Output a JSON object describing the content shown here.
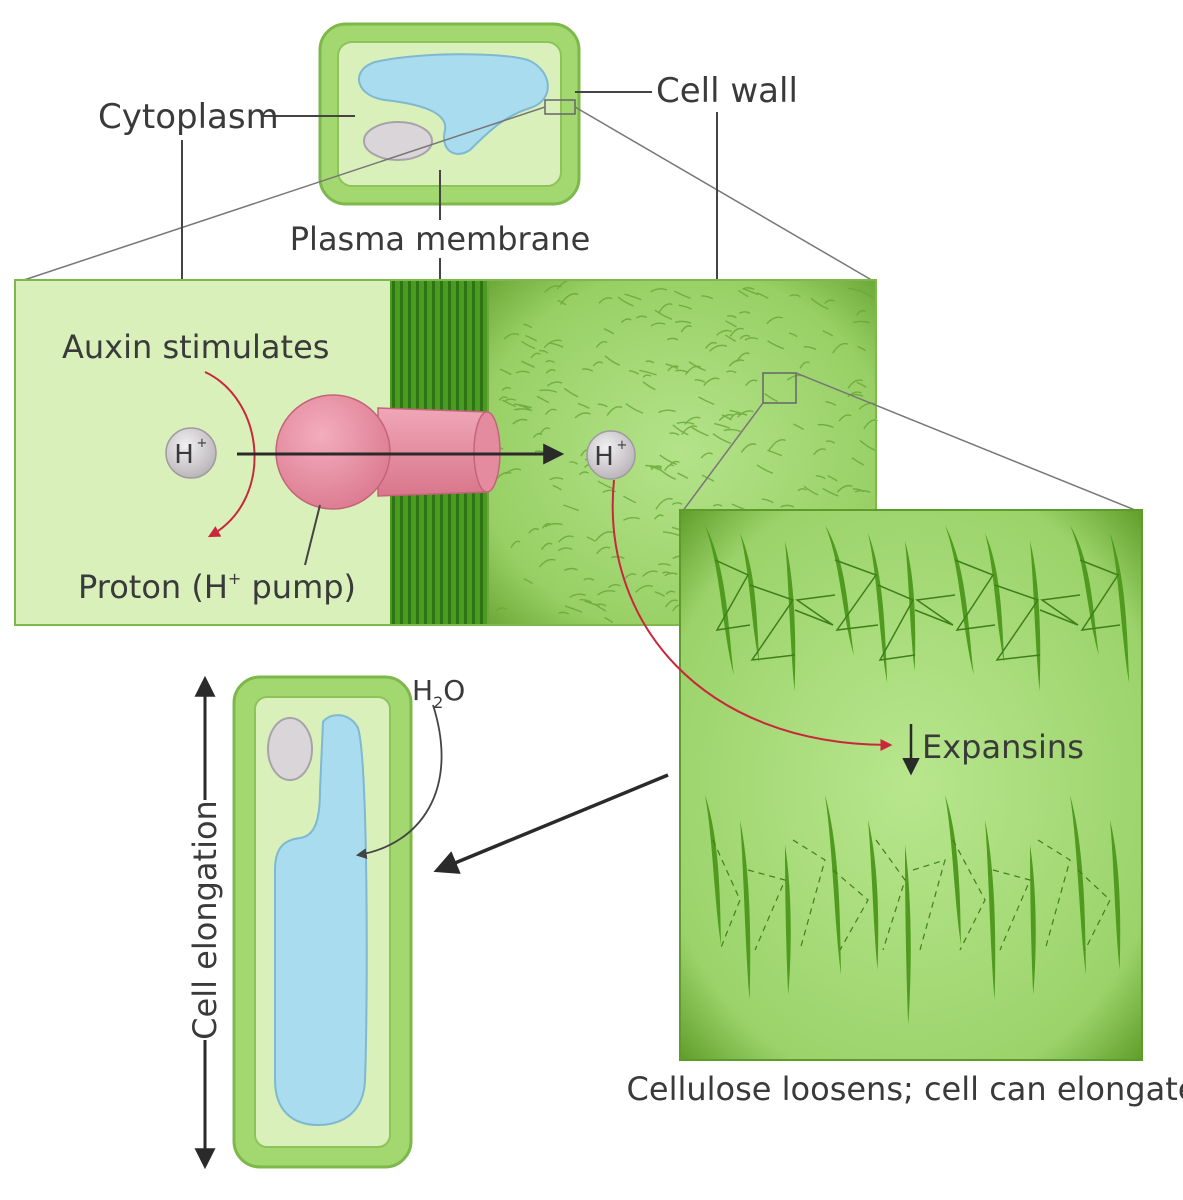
{
  "labels": {
    "cytoplasm": "Cytoplasm",
    "cell_wall": "Cell wall",
    "plasma_membrane": "Plasma membrane",
    "auxin": "Auxin stimulates",
    "proton_pump": "Proton (H",
    "proton_pump_sup": "+",
    "proton_pump_end": " pump)",
    "h_ion": "H",
    "h_ion_sup": "+",
    "h2o_h": "H",
    "h2o_sub": "2",
    "h2o_o": "O",
    "expansins": "Expansins",
    "cell_elongation": "Cell elongation",
    "caption": "Cellulose loosens; cell can elongate"
  },
  "colors": {
    "cell_wall_green": "#a3d871",
    "cytoplasm_green": "#d9f0ba",
    "vacuole_blue": "#a9dcee",
    "nucleus_gray": "#d9d5d9",
    "pump_pink": "#e98fa2",
    "membrane_dark": "#3f8a1c",
    "fibril_green": "#4f9a1f",
    "arrow_red": "#c8283a"
  }
}
